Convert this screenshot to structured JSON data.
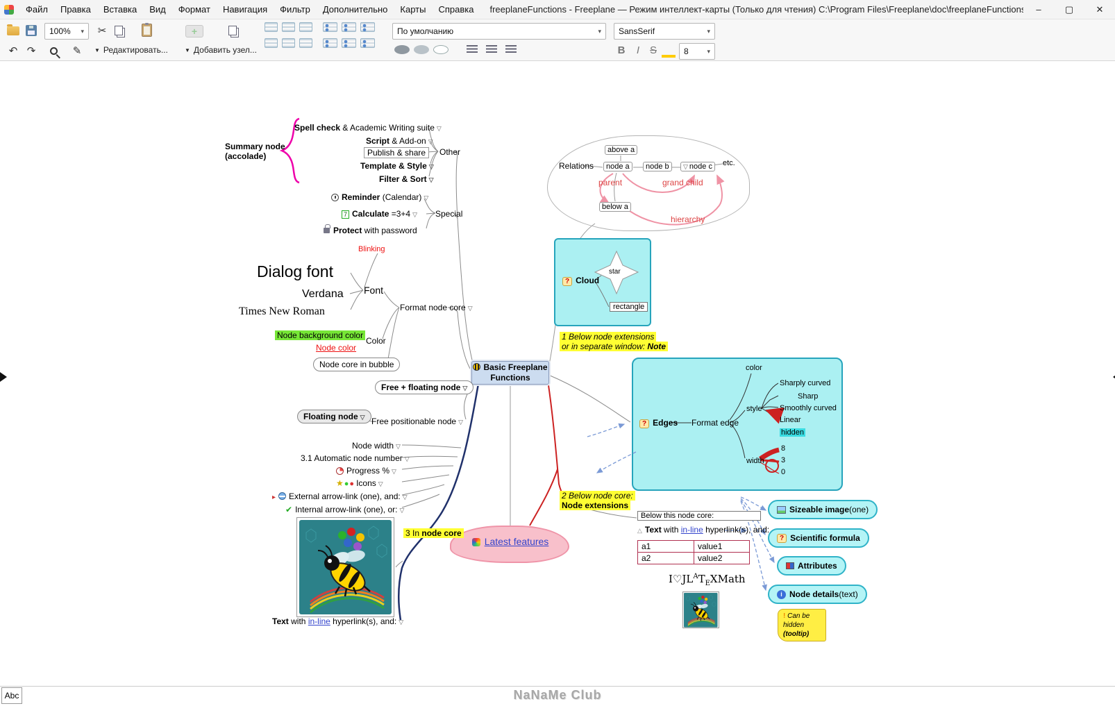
{
  "colors": {
    "cyan_panel": "#abf0f2",
    "panel_border": "#26a4bc",
    "yellow_highlight": "#ffff33",
    "green_highlight": "#76e636",
    "red_text": "#ee1111",
    "link_blue": "#3344cc",
    "relation_pink": "#ef93a5",
    "edge_navy": "#20316b",
    "edge_red": "#cc2222",
    "cloud_pink": "#f8c0cb"
  },
  "titlebar": {
    "title": "freeplaneFunctions - Freeplane — Режим интеллект-карты (Только для чтения) C:\\Program Files\\Freeplane\\doc\\freeplaneFunctions.mm",
    "menus": [
      "Файл",
      "Правка",
      "Вставка",
      "Вид",
      "Формат",
      "Навигация",
      "Фильтр",
      "Дополнительно",
      "Карты",
      "Справка"
    ],
    "controls": {
      "minimize": "–",
      "maximize": "▢",
      "close": "✕"
    }
  },
  "toolbar": {
    "zoom_value": "100%",
    "style_combo": "По умолчанию",
    "font_combo": "SansSerif",
    "font_size": "8",
    "edit_button": "Редактировать...",
    "add_node_button": "Добавить узел...",
    "bold": "B",
    "italic": "I",
    "strike": "S",
    "dropdown_glyph": "▼",
    "combo_glyph": "▾"
  },
  "statusbar": {
    "mode": "Abc",
    "watermark": "NaNaMe Club"
  },
  "glyphs": {
    "fold": "▽",
    "star": "★",
    "dot": "●",
    "tri_right": "▸",
    "tri_up": "△",
    "check": "✔",
    "info": "i",
    "undo": "↶",
    "redo": "↷",
    "cut": "✂",
    "pen": "✎"
  },
  "map": {
    "summary_1": "Summary node",
    "summary_2": "(accolade)",
    "spell_b": "Spell check",
    "spell_r": " & Academic Writing suite",
    "script_b": "Script",
    "script_r": " & Add-on",
    "publish": "Publish & share",
    "template": "Template & Style",
    "filter": "Filter & Sort",
    "other": "Other",
    "reminder_b": "Reminder",
    "reminder_r": " (Calendar)",
    "calc_icon": "7",
    "calc_b": "Calculate",
    "calc_r": " =3+4",
    "protect_b": "Protect",
    "protect_r": " with password",
    "special": "Special",
    "blinking": "Blinking",
    "dialog_font": "Dialog font",
    "verdana": "Verdana",
    "times": "Times New Roman",
    "font": "Font",
    "format_core": "Format node core",
    "node_bg": "Node background color",
    "node_color": "Node color",
    "color": "Color",
    "bubble": "Node core in bubble",
    "root_1": "Basic Freeplane",
    "root_2": "Functions",
    "free_floating": "Free + floating node",
    "floating": "Floating node",
    "free_pos": "Free positionable node",
    "node_width": "Node width",
    "auto_num": "3.1 Automatic node number",
    "progress": "Progress %",
    "icons": "Icons",
    "ext": "External arrow-link (one), and:",
    "int": "Internal arrow-link (one), or:",
    "in_core_1": "3 In ",
    "in_core_2": "node core",
    "text_b": "Text",
    "text_m": " with ",
    "text_link": "in-line",
    "text_r": " hyperlink(s), and:",
    "relations": "Relations",
    "above_a": "above a",
    "node_a": "node a",
    "node_b": "node b",
    "node_c": "node c",
    "below_a": "below a",
    "etc": "etc.",
    "parent": "parent",
    "grand_child": "grand child",
    "hierarchy": "hierarchy",
    "cloud": "Cloud",
    "star": "star",
    "rectangle": "rectangle",
    "note1_1": "1 Below node extensions",
    "note1_2": "or in separate window: ",
    "note1_b": "Note",
    "edges": "Edges",
    "format_edge": "Format edge",
    "style": "style",
    "sharply": "Sharply curved",
    "sharp": "Sharp",
    "smoothly": "Smoothly curved",
    "linear": "Linear",
    "hidden": "hidden",
    "width": "width",
    "w8": "8",
    "w3": "3",
    "w0": "0",
    "ecolor": "color",
    "note2_1": "2 Below node core:",
    "note2_2": "Node extensions",
    "latest": "Latest features",
    "below_core": "Below this node core:",
    "attr": {
      "a1": "a1",
      "v1": "value1",
      "a2": "a2",
      "v2": "value2"
    },
    "latex_pre": "I♡JL",
    "latex_sup": "A",
    "latex_t": "T",
    "latex_sub": "E",
    "latex_post": "XMath",
    "sizeable_b": "Sizeable image",
    "sizeable_r": " (one)",
    "formula": "Scientific formula",
    "attributes": "Attributes",
    "details_b": "Node details",
    "details_r": " (text)",
    "tooltip_1": "Can be",
    "tooltip_2": "hidden",
    "tooltip_3": "(tooltip)",
    "qmark": "?",
    "excl": "!"
  }
}
